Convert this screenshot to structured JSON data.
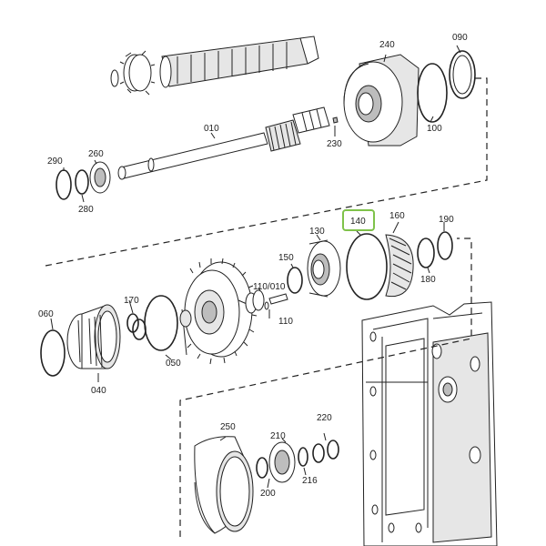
{
  "colors": {
    "highlight": "#7fc24a",
    "line": "#222222",
    "background": "#ffffff"
  },
  "labels": {
    "p240": "240",
    "p090": "090",
    "p100": "100",
    "p010": "010",
    "p230": "230",
    "p290": "290",
    "p260": "260",
    "p280": "280",
    "p140": "140",
    "p160": "160",
    "p190": "190",
    "p130": "130",
    "p150": "150",
    "p180": "180",
    "p060": "060",
    "p170": "170",
    "p110_010": "110/010",
    "p110": "110",
    "p050": "050",
    "p040": "040",
    "p250": "250",
    "p210": "210",
    "p220": "220",
    "p200": "200",
    "p216": "216"
  },
  "highlighted_part": "140"
}
